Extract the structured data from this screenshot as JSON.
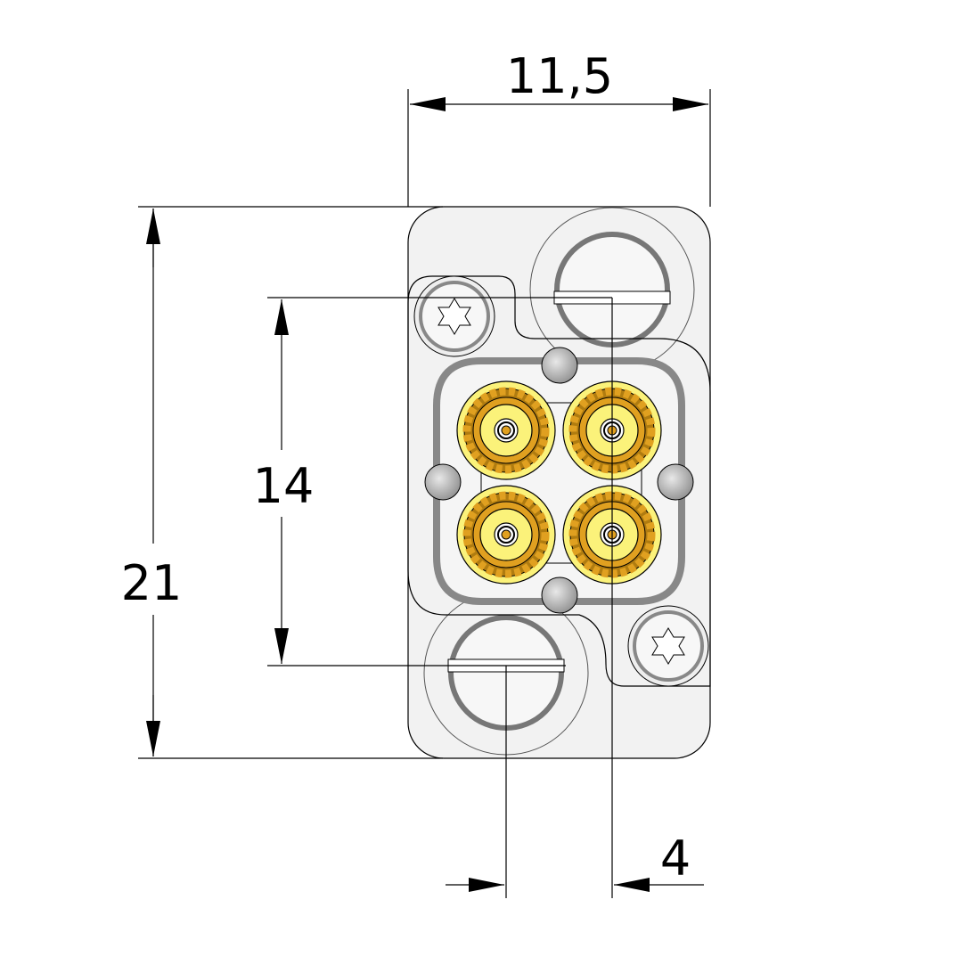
{
  "dimensions": {
    "width": "11,5",
    "height": "21",
    "pitch_vertical": "14",
    "pitch_horizontal": "4"
  },
  "colors": {
    "body": "#f2f2f2",
    "gold_dark": "#b07c10",
    "gold": "#e0a020",
    "gold_light": "#fbf27a",
    "outline": "#000000"
  },
  "contacts": [
    {
      "name": "contact-top-left"
    },
    {
      "name": "contact-top-right"
    },
    {
      "name": "contact-bottom-left"
    },
    {
      "name": "contact-bottom-right"
    }
  ]
}
